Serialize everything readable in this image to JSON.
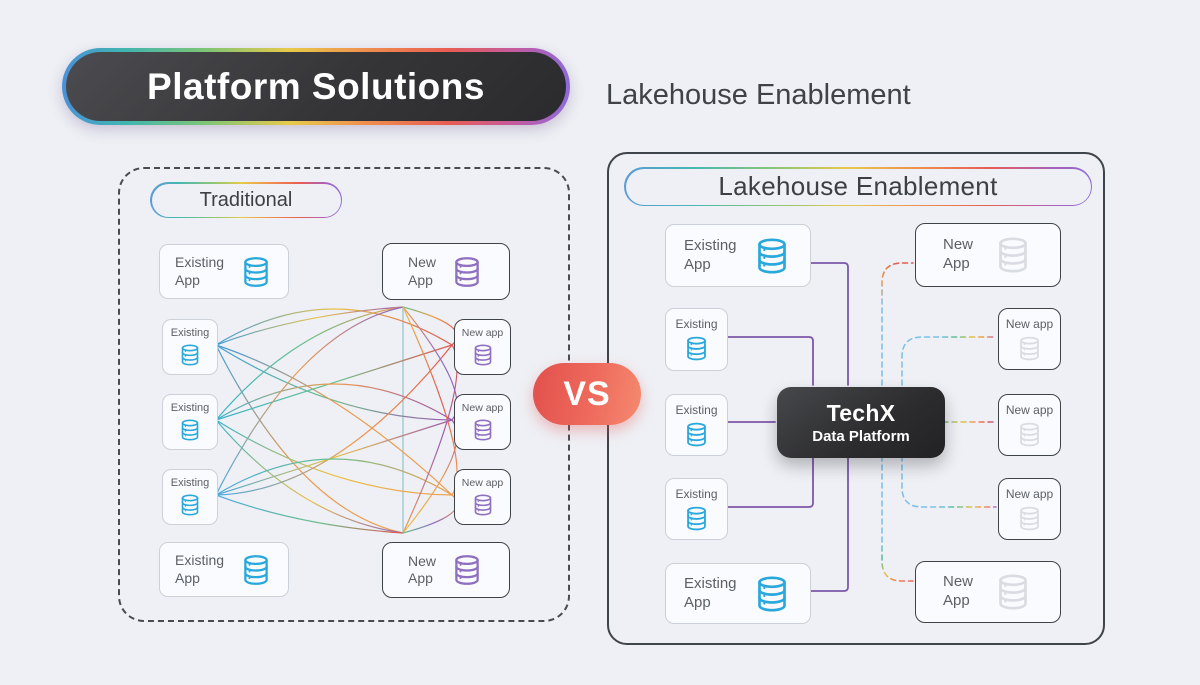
{
  "header": {
    "badge": "Platform Solutions",
    "subtitle": "Lakehouse Enablement"
  },
  "vs_label": "VS",
  "traditional": {
    "title": "Traditional",
    "existing_nodes": [
      {
        "label": "Existing\nApp",
        "size": "large"
      },
      {
        "label": "Existing",
        "size": "small"
      },
      {
        "label": "Existing",
        "size": "small"
      },
      {
        "label": "Existing",
        "size": "small"
      },
      {
        "label": "Existing\nApp",
        "size": "large"
      }
    ],
    "new_nodes": [
      {
        "label": "New\nApp",
        "size": "large"
      },
      {
        "label": "New app",
        "size": "small"
      },
      {
        "label": "New app",
        "size": "small"
      },
      {
        "label": "New app",
        "size": "small"
      },
      {
        "label": "New\nApp",
        "size": "large"
      }
    ]
  },
  "lakehouse": {
    "title": "Lakehouse Enablement",
    "hub": {
      "name": "TechX",
      "subtitle": "Data Platform"
    },
    "existing_nodes": [
      {
        "label": "Existing\nApp",
        "size": "large"
      },
      {
        "label": "Existing",
        "size": "small"
      },
      {
        "label": "Existing",
        "size": "small"
      },
      {
        "label": "Existing",
        "size": "small"
      },
      {
        "label": "Existing\nApp",
        "size": "large"
      }
    ],
    "new_nodes": [
      {
        "label": "New\nApp",
        "size": "large"
      },
      {
        "label": "New app",
        "size": "small"
      },
      {
        "label": "New app",
        "size": "small"
      },
      {
        "label": "New app",
        "size": "small"
      },
      {
        "label": "New\nApp",
        "size": "large"
      }
    ]
  },
  "icons": {
    "node_icon": "database-icon"
  },
  "colors": {
    "background": "#eef0f5",
    "existing_db_icon": "#29a8dc",
    "new_db_icon_traditional": "#8e6fc0",
    "new_db_icon_lakehouse": "#d9dce2",
    "purple_connector": "#7e57a8",
    "dashed_connector": "#7cc3ea",
    "trunk_line": "#8fc4cc",
    "vs_gradient": [
      "#e2504d",
      "#f58a70"
    ],
    "rainbow": [
      "#4a90d9",
      "#3fb5b0",
      "#7cc576",
      "#e8c94a",
      "#ef8e4e",
      "#e85d52",
      "#b05fb5",
      "#8d6bd9"
    ],
    "spaghetti_left": [
      "#3f9bd8",
      "#35b3c9",
      "#4aa9e0"
    ],
    "spaghetti_mid": [
      "#e8c24a",
      "#6bbf8a",
      "#ef9c4e"
    ],
    "spaghetti_right": [
      "#e2574f",
      "#9b59b0",
      "#ef9c4e",
      "#8e67c0"
    ]
  }
}
